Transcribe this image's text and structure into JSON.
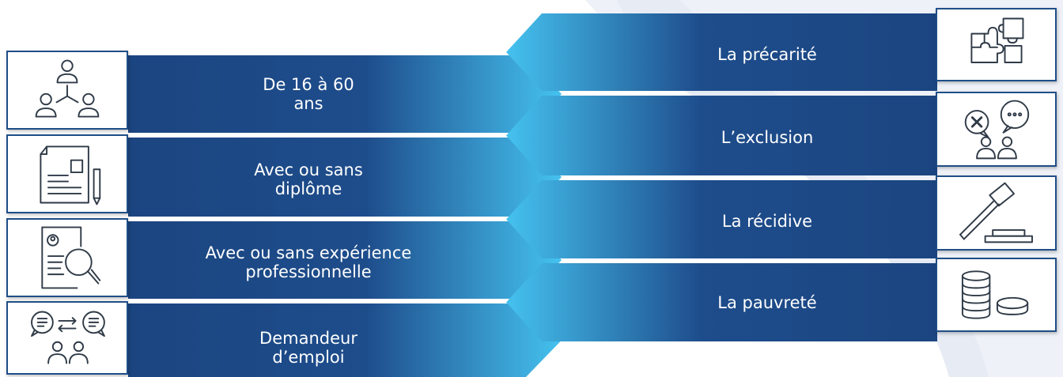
{
  "colors": {
    "band_dark": "#1d4a86",
    "band_light": "#3fb8ea",
    "border": "#1f4e87"
  },
  "left_items": [
    {
      "label": "De 16 à 60\nans",
      "icon": "people-network-icon"
    },
    {
      "label": "Avec ou sans\ndiplôme",
      "icon": "document-pencil-icon"
    },
    {
      "label": "Avec ou sans expérience\nprofessionnelle",
      "icon": "resume-magnifier-icon"
    },
    {
      "label": "Demandeur\nd’emploi",
      "icon": "conversation-exchange-icon"
    }
  ],
  "right_items": [
    {
      "label": "La précarité",
      "icon": "puzzle-icon"
    },
    {
      "label": "L’exclusion",
      "icon": "excluded-chat-icon"
    },
    {
      "label": "La récidive",
      "icon": "gavel-icon"
    },
    {
      "label": "La pauvreté",
      "icon": "coins-icon"
    }
  ]
}
